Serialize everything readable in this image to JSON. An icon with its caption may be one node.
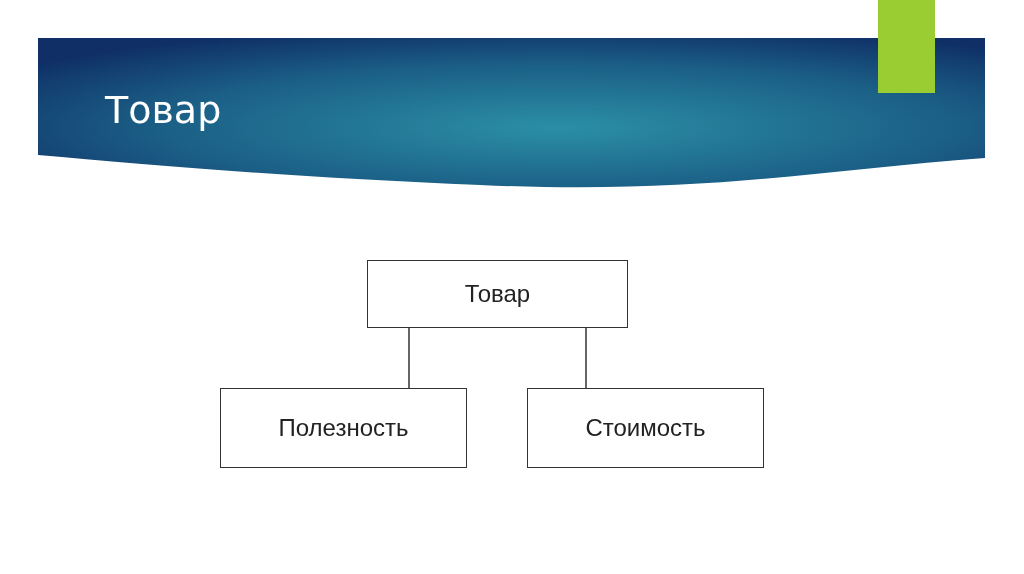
{
  "diagram": {
    "title": "Товар",
    "nodes": [
      {
        "text": [
          "Товар"
        ]
      },
      {
        "text": [
          "Полезность"
        ]
      },
      {
        "text": [
          "Стоимость"
        ]
      }
    ],
    "edges": [
      {
        "from": 0,
        "to": 1,
        "arrow": "none"
      },
      {
        "from": 0,
        "to": 2,
        "arrow": "none"
      }
    ]
  }
}
